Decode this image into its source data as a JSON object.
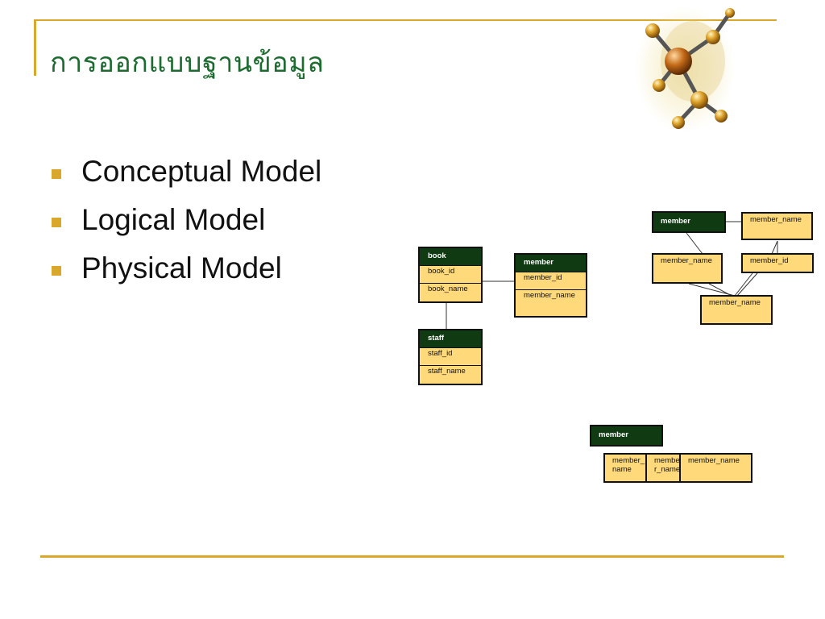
{
  "slide": {
    "title": "การออกแบบฐานข้อมูล",
    "bullets": [
      {
        "label": "Conceptual Model"
      },
      {
        "label": "Logical Model"
      },
      {
        "label": "Physical Model"
      }
    ],
    "colors": {
      "accent": "#d9a82a",
      "title": "#1c6b2f",
      "entity_header": "#0f3a12",
      "entity_fill": "#ffd97a"
    }
  },
  "logical_diagram": {
    "book": {
      "header": "book",
      "fields": [
        "book_id",
        "book_name"
      ]
    },
    "member": {
      "header": "member",
      "fields": [
        "member_id",
        "member_name"
      ]
    },
    "staff": {
      "header": "staff",
      "fields": [
        "staff_id",
        "staff_name"
      ]
    }
  },
  "conceptual_diagram": {
    "entity": "member",
    "attr_top": "member_name",
    "attr_left": "member_name",
    "attr_right": "member_id",
    "attr_bottom": "member_name"
  },
  "physical_diagram": {
    "entity": "member",
    "cells": [
      "member_name",
      "member_name",
      "member_name"
    ]
  }
}
